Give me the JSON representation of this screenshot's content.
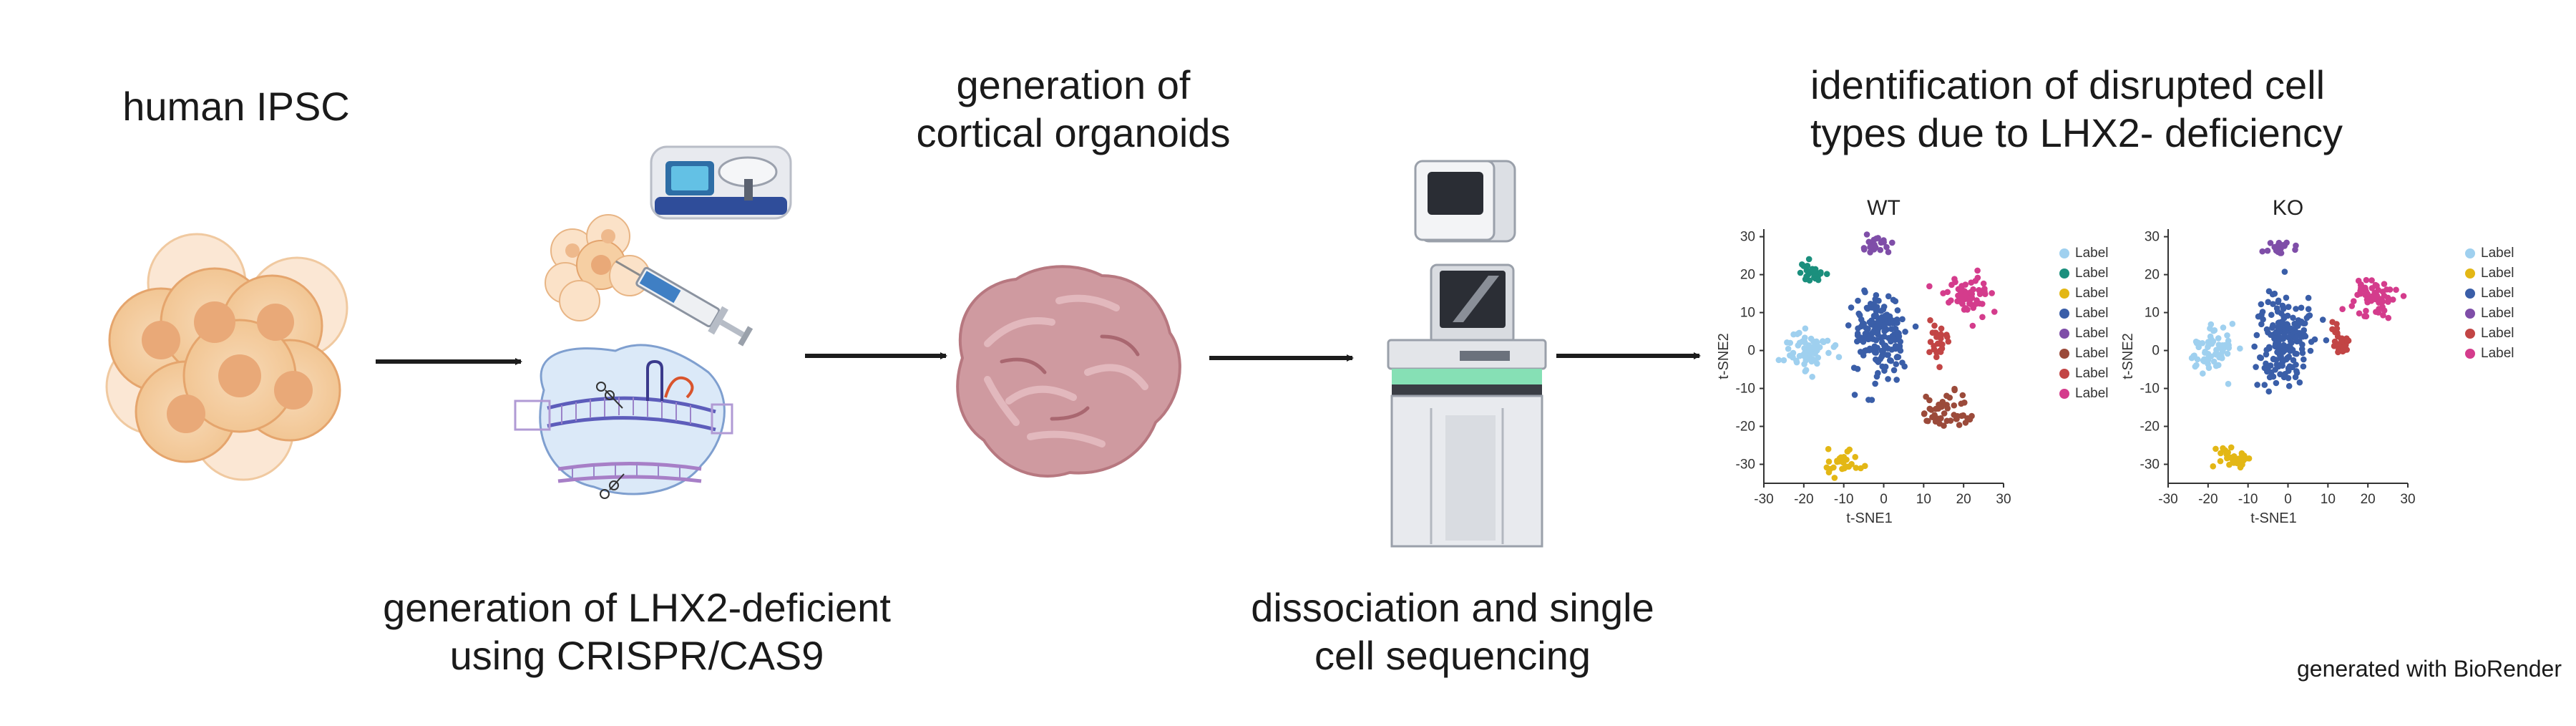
{
  "labels": {
    "ipsc": "human IPSC",
    "lhx2_line1": "generation of LHX2-deficient",
    "lhx2_line2": "using CRISPR/CAS9",
    "organoid_line1": "generation of",
    "organoid_line2": "cortical organoids",
    "seq_line1": "dissociation and single",
    "seq_line2": "cell sequencing",
    "ident_line1": "identification of disrupted cell",
    "ident_line2": "types due to LHX2- deficiency",
    "credit": "generated with BioRender"
  },
  "colors": {
    "cell_fill": "#f6d3ad",
    "cell_stroke": "#e0a370",
    "organoid": "#cf9aa0",
    "arrow": "#1c1c1c"
  },
  "chart_data": [
    {
      "type": "scatter",
      "title": "WT",
      "xlabel": "t-SNE1",
      "ylabel": "t-SNE2",
      "xlim": [
        -30,
        30
      ],
      "ylim": [
        -35,
        32
      ],
      "xticks": [
        -30,
        -20,
        -10,
        0,
        10,
        20,
        30
      ],
      "yticks": [
        -30,
        -20,
        -10,
        0,
        10,
        20,
        30
      ],
      "legend_position": "right",
      "series": [
        {
          "name": "Label",
          "color": "#9fd0ef",
          "center": [
            -19,
            0
          ],
          "spread": [
            5,
            5
          ],
          "count": 70
        },
        {
          "name": "Label",
          "color": "#1b8f7d",
          "center": [
            -18,
            21
          ],
          "spread": [
            3.5,
            2.5
          ],
          "count": 25
        },
        {
          "name": "Label",
          "color": "#e3b715",
          "center": [
            -10,
            -29
          ],
          "spread": [
            3.5,
            3
          ],
          "count": 30
        },
        {
          "name": "Label",
          "color": "#3a5ea8",
          "center": [
            -1,
            4
          ],
          "spread": [
            6,
            10
          ],
          "count": 180
        },
        {
          "name": "Label",
          "color": "#7f4ea8",
          "center": [
            -2,
            28
          ],
          "spread": [
            3.5,
            2
          ],
          "count": 22
        },
        {
          "name": "Label",
          "color": "#9b4a3a",
          "center": [
            16,
            -17
          ],
          "spread": [
            6,
            5
          ],
          "count": 45
        },
        {
          "name": "Label",
          "color": "#c24545",
          "center": [
            13,
            3
          ],
          "spread": [
            2.5,
            4
          ],
          "count": 28
        },
        {
          "name": "Label",
          "color": "#d43c8c",
          "center": [
            21,
            15
          ],
          "spread": [
            5,
            5
          ],
          "count": 60
        }
      ]
    },
    {
      "type": "scatter",
      "title": "KO",
      "xlabel": "t-SNE1",
      "ylabel": "t-SNE2",
      "xlim": [
        -30,
        30
      ],
      "ylim": [
        -35,
        32
      ],
      "xticks": [
        -30,
        -20,
        -10,
        0,
        10,
        20,
        30
      ],
      "yticks": [
        -30,
        -20,
        -10,
        0,
        10,
        20,
        30
      ],
      "legend_position": "right",
      "series": [
        {
          "name": "Label",
          "color": "#9fd0ef",
          "center": [
            -19,
            0
          ],
          "spread": [
            5,
            5
          ],
          "count": 70
        },
        {
          "name": "Label",
          "color": "#e3b715",
          "center": [
            -14,
            -28
          ],
          "spread": [
            3.5,
            3
          ],
          "count": 32
        },
        {
          "name": "Label",
          "color": "#3a5ea8",
          "center": [
            -1,
            3
          ],
          "spread": [
            6,
            11
          ],
          "count": 190
        },
        {
          "name": "Label",
          "color": "#7f4ea8",
          "center": [
            -2,
            27
          ],
          "spread": [
            3,
            2
          ],
          "count": 20
        },
        {
          "name": "Label",
          "color": "#c24545",
          "center": [
            13,
            2
          ],
          "spread": [
            2.5,
            4
          ],
          "count": 28
        },
        {
          "name": "Label",
          "color": "#d43c8c",
          "center": [
            21,
            14
          ],
          "spread": [
            5,
            5
          ],
          "count": 62
        }
      ]
    }
  ]
}
